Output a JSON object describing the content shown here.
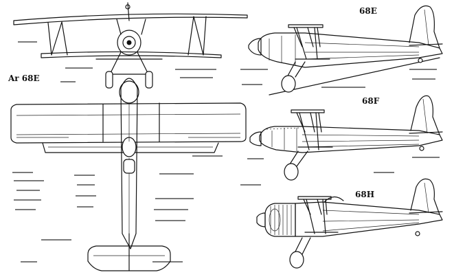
{
  "labels": {
    "main": "Ar 68E",
    "side_e": "68E",
    "side_f": "68F",
    "side_h": "68H"
  }
}
